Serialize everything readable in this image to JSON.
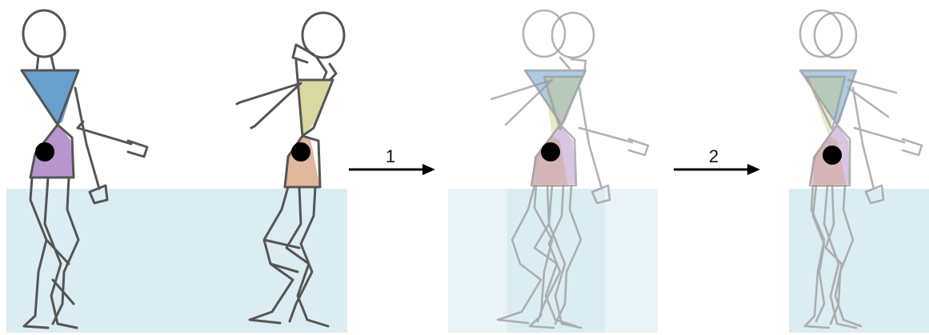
{
  "steps": [
    {
      "label": "1"
    },
    {
      "label": "2"
    }
  ],
  "colors": {
    "ground": "#dcecf3",
    "ground_faded": "#eaf3f7",
    "ribcage_front": "#4f8fc6",
    "pelvis_front": "#a57bc0",
    "ribcage_side": "#c9c77a",
    "pelvis_side": "#d49a72",
    "center_of_gravity": "#000000",
    "arrow": "#000000"
  },
  "figures": [
    {
      "name": "front-view-figure"
    },
    {
      "name": "side-view-figure"
    },
    {
      "name": "overlay-figure-step-1"
    },
    {
      "name": "overlay-figure-step-2"
    }
  ]
}
